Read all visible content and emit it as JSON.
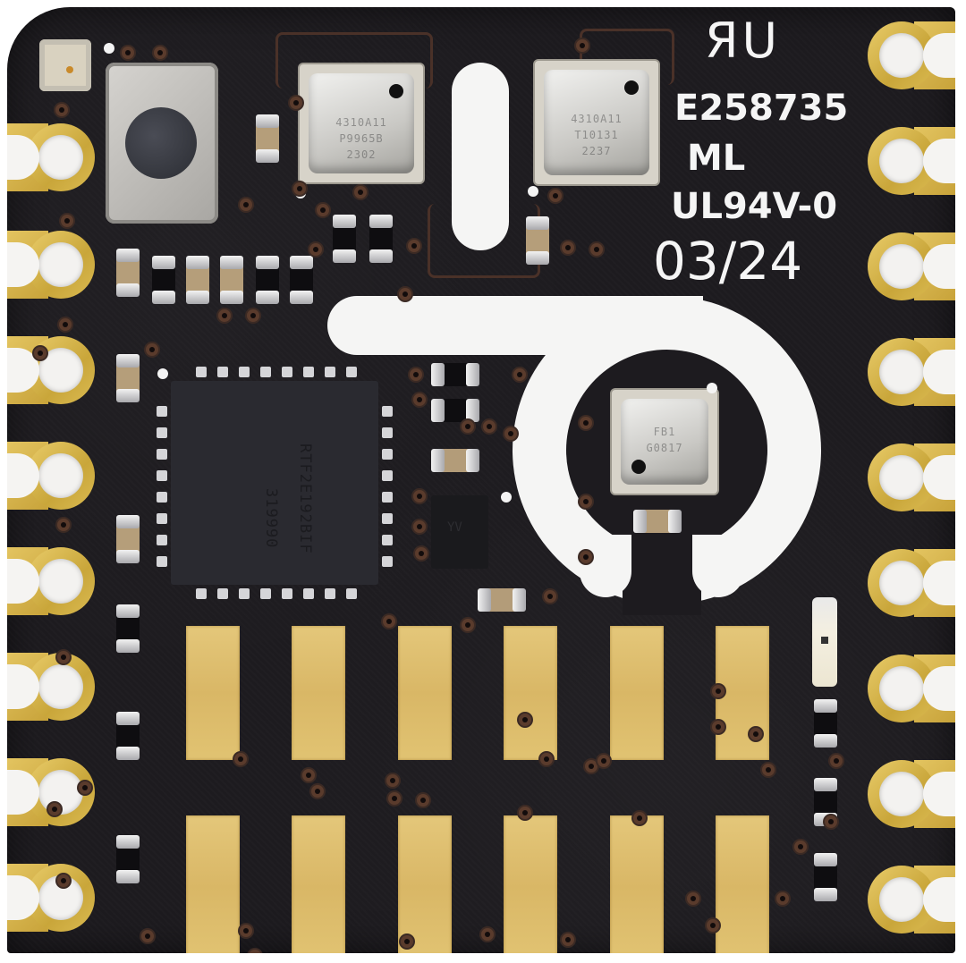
{
  "subject": {
    "type": "pcb-module",
    "board_color": "#1d1b1f",
    "pad_color": "#d9b64a",
    "silkscreen_color": "#f5f5f5"
  },
  "silkscreen": {
    "ul_logo": "ЯU",
    "file_number": "E258735",
    "ml": "ML",
    "flammability": "UL94V-0",
    "date_code": "03/24"
  },
  "chips": {
    "main_qfn": {
      "marking_line1": "RTF2E192BIF",
      "marking_line2": "319990"
    },
    "sensor_left": {
      "marking_line1": "4310A11",
      "marking_line2": "P9965B",
      "marking_line3": "2302"
    },
    "sensor_right": {
      "marking_line1": "4310A11",
      "marking_line2": "T10131",
      "marking_line3": "2237"
    },
    "sensor_center": {
      "marking_line1": "FB1",
      "marking_line2": "G0817"
    },
    "sot_chip": {
      "marking": "YV"
    }
  },
  "castellated_pads": {
    "left_count": 8,
    "right_count": 9
  },
  "bottom_pads": {
    "rows": 2,
    "columns": 6
  }
}
